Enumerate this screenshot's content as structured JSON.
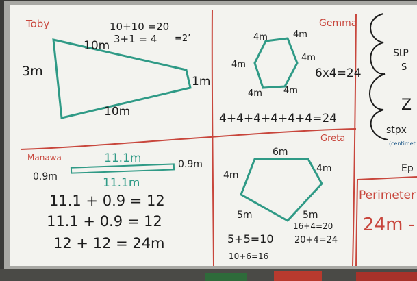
{
  "colors": {
    "board": "#f3f3ef",
    "frame": "#9a9a96",
    "marker_red": "#c8463c",
    "marker_teal": "#2f9a86",
    "marker_black": "#1c1c1c"
  },
  "toby": {
    "name": "Toby",
    "top_side": "10m",
    "left_side": "3m",
    "right_side": "1m",
    "bottom_side": "10m",
    "sum1": "10+10 =20",
    "sum2": "3+1 = 4",
    "sum3": "=2’"
  },
  "gemma": {
    "name": "Gemma",
    "side_top_left": "4m",
    "side_top_right": "4m",
    "side_left": "4m",
    "side_right": "4m",
    "side_bottom_left": "4m",
    "side_bottom_right": "4m",
    "product": "6x4=24",
    "sum": "4+4+4+4+4+4=24"
  },
  "manawa": {
    "name": "Manawa",
    "left_end": "0.9m",
    "right_end": "0.9m",
    "top_side": "11.1m",
    "bottom_side": "11.1m",
    "eq1": "11.1 + 0.9 = 12",
    "eq2": "11.1 + 0.9 = 12",
    "eq3": "12 + 12 = 24m"
  },
  "greta": {
    "name": "Greta",
    "top": "6m",
    "left": "4m",
    "right": "4m",
    "bottom_left": "5m",
    "bottom_right": "5m",
    "eq1": "5+5=10",
    "eq2": "10+6=16",
    "eq3": "16+4=20",
    "eq4": "20+4=24"
  },
  "right_panel": {
    "line1": "StP",
    "line2": "S",
    "line3": "Z",
    "line4": "stpx",
    "line5": "(centimet",
    "line6": "Ep",
    "perimeter_label": "Perimeter",
    "perimeter_value": "24m -"
  }
}
